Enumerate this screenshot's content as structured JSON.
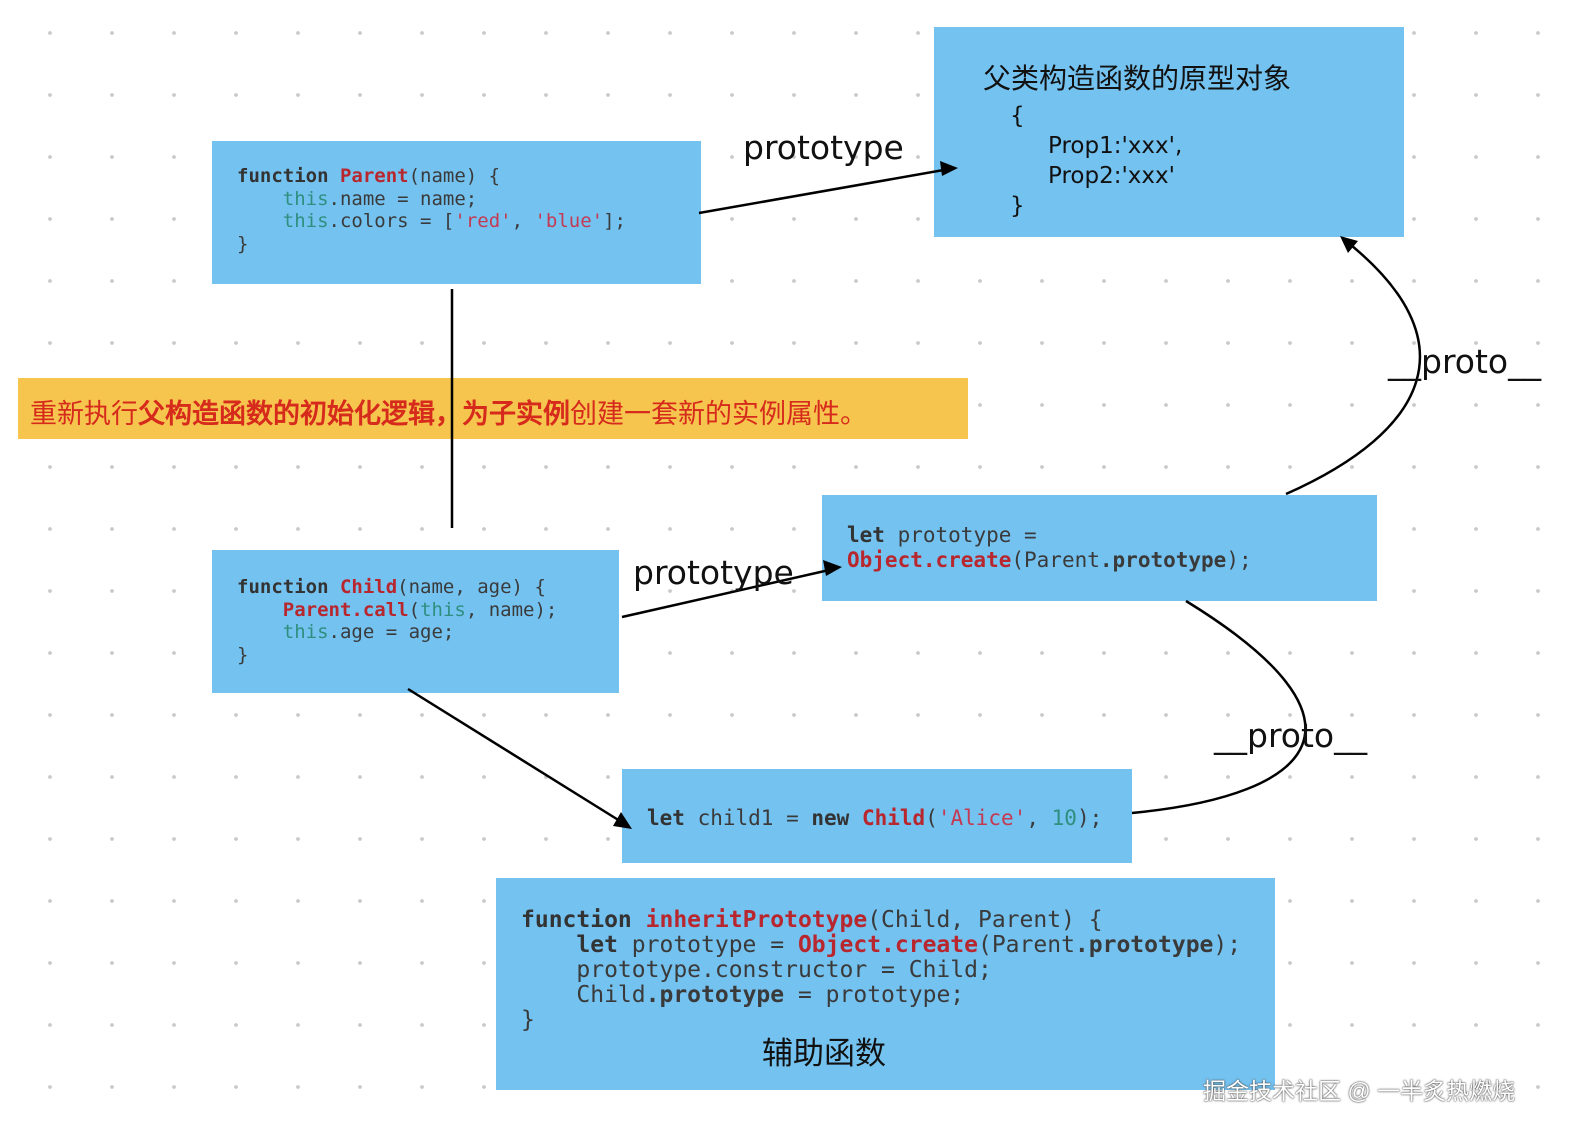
{
  "parent_box": {
    "l1": {
      "kw": "function",
      "fn": "Parent",
      "rest": "(name) {"
    },
    "l2": {
      "this": "this",
      "rest": ".name = name;"
    },
    "l3": {
      "this": "this",
      "rest": ".colors = [",
      "s1": "'red'",
      "comma": ", ",
      "s2": "'blue'",
      "end": "];"
    },
    "l4": "}"
  },
  "proto_object": {
    "title": "父类构造函数的原型对象",
    "open": "{",
    "prop1": "Prop1:'xxx',",
    "prop2": "Prop2:'xxx'",
    "close": "}"
  },
  "child_box": {
    "l1": {
      "kw": "function",
      "fn": "Child",
      "rest": "(name, age) {"
    },
    "l2": {
      "fn": "Parent",
      "call": ".call",
      "open": "(",
      "this": "this",
      "rest": ", name);"
    },
    "l3": {
      "this": "this",
      "rest": ".age = age;"
    },
    "l4": "}"
  },
  "create_box": {
    "l1": {
      "kw": "let",
      "rest": " prototype ="
    },
    "l2": {
      "obj": "Object",
      "create": ".create",
      "open": "(Parent",
      "proto": ".prototype",
      "end": ");"
    }
  },
  "instance_box": {
    "kw": "let",
    "mid": " child1 = ",
    "new": "new",
    "fn": "Child",
    "open": "(",
    "str": "'Alice'",
    "comma": ", ",
    "num": "10",
    "end": ");"
  },
  "helper_box": {
    "l1": {
      "kw": "function",
      "fn": "inheritPrototype",
      "rest": "(Child, Parent) {"
    },
    "l2": {
      "kw": "let",
      "mid": " prototype = ",
      "obj": "Object",
      "create": ".create",
      "open": "(Parent",
      "proto": ".prototype",
      "end": ");"
    },
    "l3": "prototype.constructor = Child;",
    "l4": {
      "a": "Child",
      "proto": ".prototype",
      "b": " = prototype;"
    },
    "l5": "}",
    "caption": "辅助函数"
  },
  "banner": {
    "p1": "重新执行",
    "p2": "父构造函数的初始化逻辑，为子实例",
    "p3": "创建一套新的实例属性。"
  },
  "edges": {
    "prototype_top": "prototype",
    "prototype_mid": "prototype",
    "proto_right": "__proto__",
    "proto_lower": "__proto__"
  },
  "watermark": "掘金技术社区 @ 一半炙热燃烧"
}
